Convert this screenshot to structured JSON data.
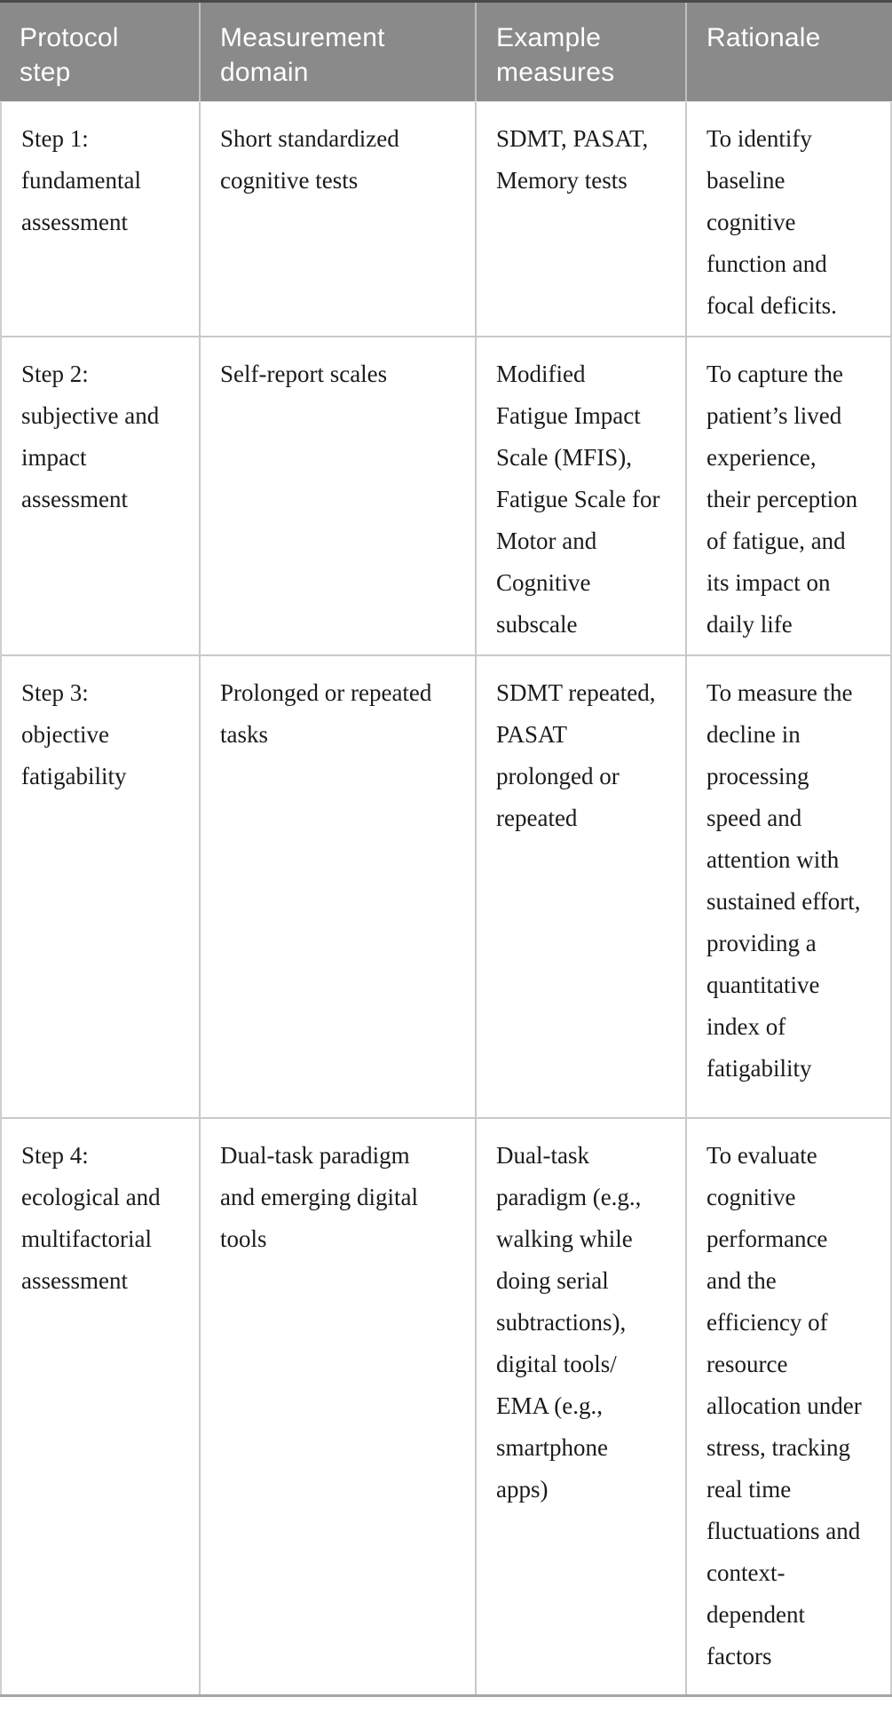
{
  "meta": {
    "component": "protocol-steps-table",
    "columns_count": 4,
    "rows_count": 4
  },
  "colors": {
    "header_bg": "#8a8a8a",
    "header_text": "#ffffff",
    "top_rule": "#4a4a4a",
    "grid_line": "#c9c9c9",
    "outer_border": "#cfcfcf",
    "bottom_rule": "#a6a6a6",
    "body_text": "#1b1b1b",
    "body_bg": "#ffffff"
  },
  "table": {
    "header": [
      "Protocol\nstep",
      "Measurement\ndomain",
      "Example\nmeasures",
      "Rationale"
    ],
    "rows": [
      {
        "cells": [
          "Step 1:\nfundamental\nassessment",
          "Short standardized\ncognitive tests",
          "SDMT, PASAT,\nMemory tests",
          "To identify\nbaseline\ncognitive\nfunction and\nfocal deficits."
        ]
      },
      {
        "cells": [
          "Step 2:\nsubjective and\nimpact\nassessment",
          "Self-report scales",
          "Modified\nFatigue Impact\nScale (MFIS),\nFatigue Scale for\nMotor and\nCognitive\nsubscale",
          "To capture the\npatient’s lived\nexperience,\ntheir perception\nof fatigue, and\nits impact on\ndaily life"
        ]
      },
      {
        "cells": [
          "Step 3:\nobjective\nfatigability",
          "Prolonged or repeated\ntasks",
          "SDMT repeated,\nPASAT\nprolonged or\nrepeated",
          "To measure the\ndecline in\nprocessing\nspeed and\nattention with\nsustained effort,\nproviding a\nquantitative\nindex of\nfatigability"
        ]
      },
      {
        "cells": [
          "Step 4:\necological and\nmultifactorial\nassessment",
          "Dual-task paradigm\nand emerging digital\ntools",
          "Dual-task\nparadigm (e.g.,\nwalking while\ndoing serial\nsubtractions),\ndigital tools/\nEMA (e.g.,\nsmartphone\napps)",
          "To evaluate\ncognitive\nperformance\nand the\nefficiency of\nresource\nallocation under\nstress, tracking\nreal time\nfluctuations and\ncontext-\ndependent\nfactors"
        ]
      }
    ]
  }
}
